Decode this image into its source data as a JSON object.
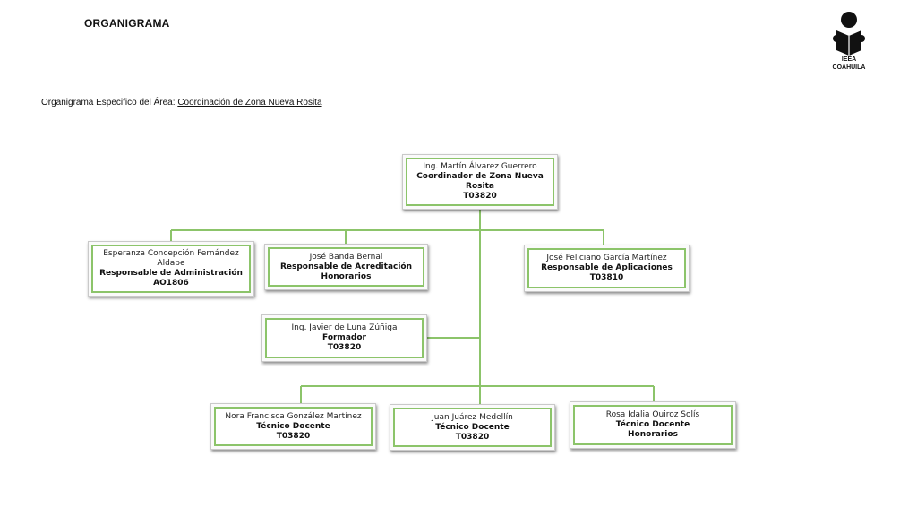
{
  "header": {
    "title": "ORGANIGRAMA",
    "logo_line1": "IEEA",
    "logo_line2": "COAHUILA"
  },
  "subtitle": {
    "prefix": "Organigrama Especifico del Área:",
    "area": "Coordinación de Zona Nueva Rosita"
  },
  "colors": {
    "connector": "#8cc46a",
    "box_border": "#8cc46a"
  },
  "icons": {
    "logo": "person-reading-icon"
  },
  "nodes": {
    "coordinator": {
      "name": "Ing. Martín Álvarez Guerrero",
      "role": "Coordinador de Zona Nueva Rosita",
      "code": "T03820"
    },
    "administracion": {
      "name": "Esperanza Concepción Fernández Aldape",
      "role": "Responsable de Administración",
      "code": "AO1806"
    },
    "acreditacion": {
      "name": "José Banda Bernal",
      "role": "Responsable de Acreditación",
      "code": "Honorarios"
    },
    "aplicaciones": {
      "name": "José Feliciano García Martínez",
      "role": "Responsable de Aplicaciones",
      "code": "T03810"
    },
    "formador": {
      "name": "Ing. Javier  de Luna Zúñiga",
      "role": "Formador",
      "code": "T03820"
    },
    "tecnico1": {
      "name": "Nora Francisca  González Martínez",
      "role": "Técnico Docente",
      "code": "T03820"
    },
    "tecnico2": {
      "name": "Juan Juárez Medellín",
      "role": "Técnico Docente",
      "code": "T03820"
    },
    "tecnico3": {
      "name": "Rosa Idalia  Quiroz Solís",
      "role": "Técnico Docente",
      "code": "Honorarios"
    }
  }
}
